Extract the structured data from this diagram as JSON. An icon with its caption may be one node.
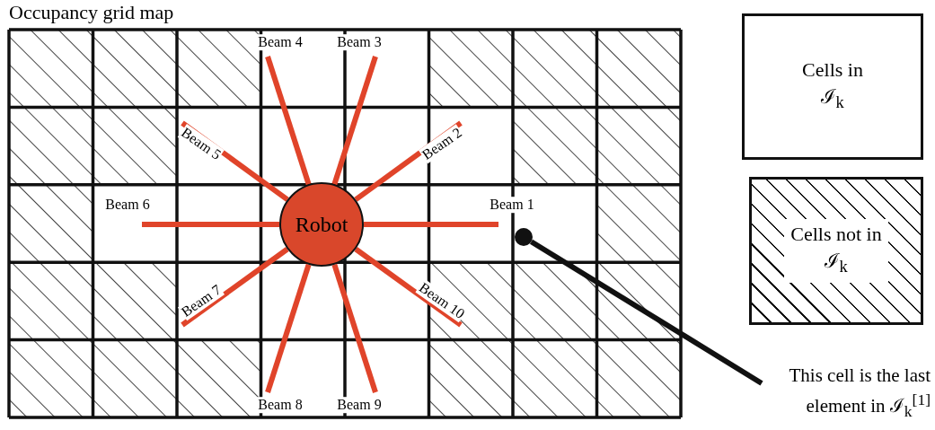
{
  "diagram": {
    "title": "Occupancy grid map",
    "nodes": [
      {
        "text": [
          "Robot"
        ]
      },
      {
        "text": [
          "Cells in ℐ$_{k}$"
        ]
      },
      {
        "text": [
          "Cells not in ℐ$_{k}$"
        ]
      },
      {
        "text": [
          "This cell is the last element in ℐ$_{k}$$^{[1]}$"
        ]
      },
      {
        "text": [],
        "shape": "circle"
      }
    ],
    "edges": [
      {
        "from": 3,
        "to": 4,
        "arrow": "none",
        "color": "#111111"
      },
      {
        "from": 0,
        "to": null,
        "arrow": "none",
        "label": "Beam 4"
      },
      {
        "from": 0,
        "to": null,
        "arrow": "none",
        "label": "Beam 3"
      },
      {
        "from": 0,
        "to": null,
        "arrow": "none",
        "label": "Beam 5"
      },
      {
        "from": 0,
        "to": null,
        "arrow": "none",
        "label": "Beam 2"
      },
      {
        "from": 0,
        "to": null,
        "arrow": "none",
        "label": "Beam 6"
      },
      {
        "from": 0,
        "to": null,
        "arrow": "none",
        "label": "Beam 1"
      },
      {
        "from": 0,
        "to": null,
        "arrow": "none",
        "label": "Beam 7"
      },
      {
        "from": 0,
        "to": null,
        "arrow": "none",
        "label": "Beam 10"
      },
      {
        "from": 0,
        "to": null,
        "arrow": "none",
        "label": "Beam 8"
      },
      {
        "from": 0,
        "to": null,
        "arrow": "none",
        "label": "Beam 9"
      }
    ]
  }
}
